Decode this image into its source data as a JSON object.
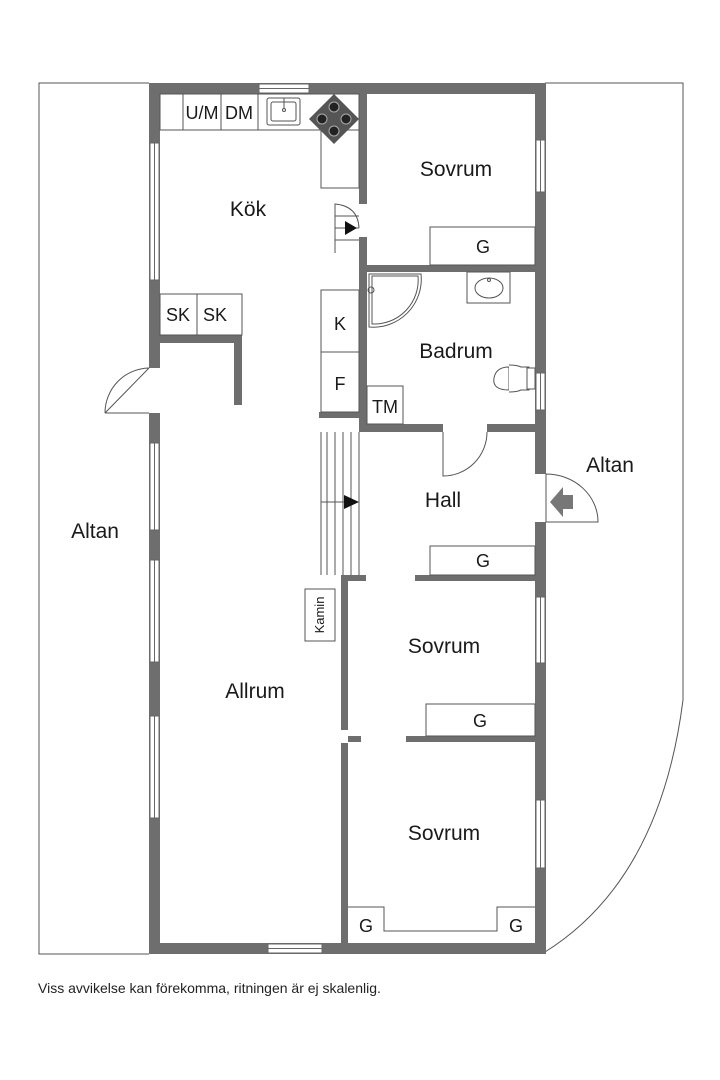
{
  "plan": {
    "rooms": {
      "kok": "Kök",
      "sovrum_top": "Sovrum",
      "badrum": "Badrum",
      "hall": "Hall",
      "allrum": "Allrum",
      "sovrum_mid": "Sovrum",
      "sovrum_bottom": "Sovrum",
      "altan_left": "Altan",
      "altan_right": "Altan"
    },
    "fixtures": {
      "um": "U/M",
      "dm": "DM",
      "sk1": "SK",
      "sk2": "SK",
      "k": "K",
      "f": "F",
      "tm": "TM",
      "kamin": "Kamin",
      "g_sovrum_top": "G",
      "g_hall": "G",
      "g_sovrum_mid": "G",
      "g_sovrum_bottom_left": "G",
      "g_sovrum_bottom_right": "G"
    }
  },
  "disclaimer": "Viss avvikelse kan förekomma, ritningen är ej skalenlig.",
  "colors": {
    "wall": "#6e6e6e",
    "line": "#5a5a5a",
    "background": "#ffffff"
  }
}
